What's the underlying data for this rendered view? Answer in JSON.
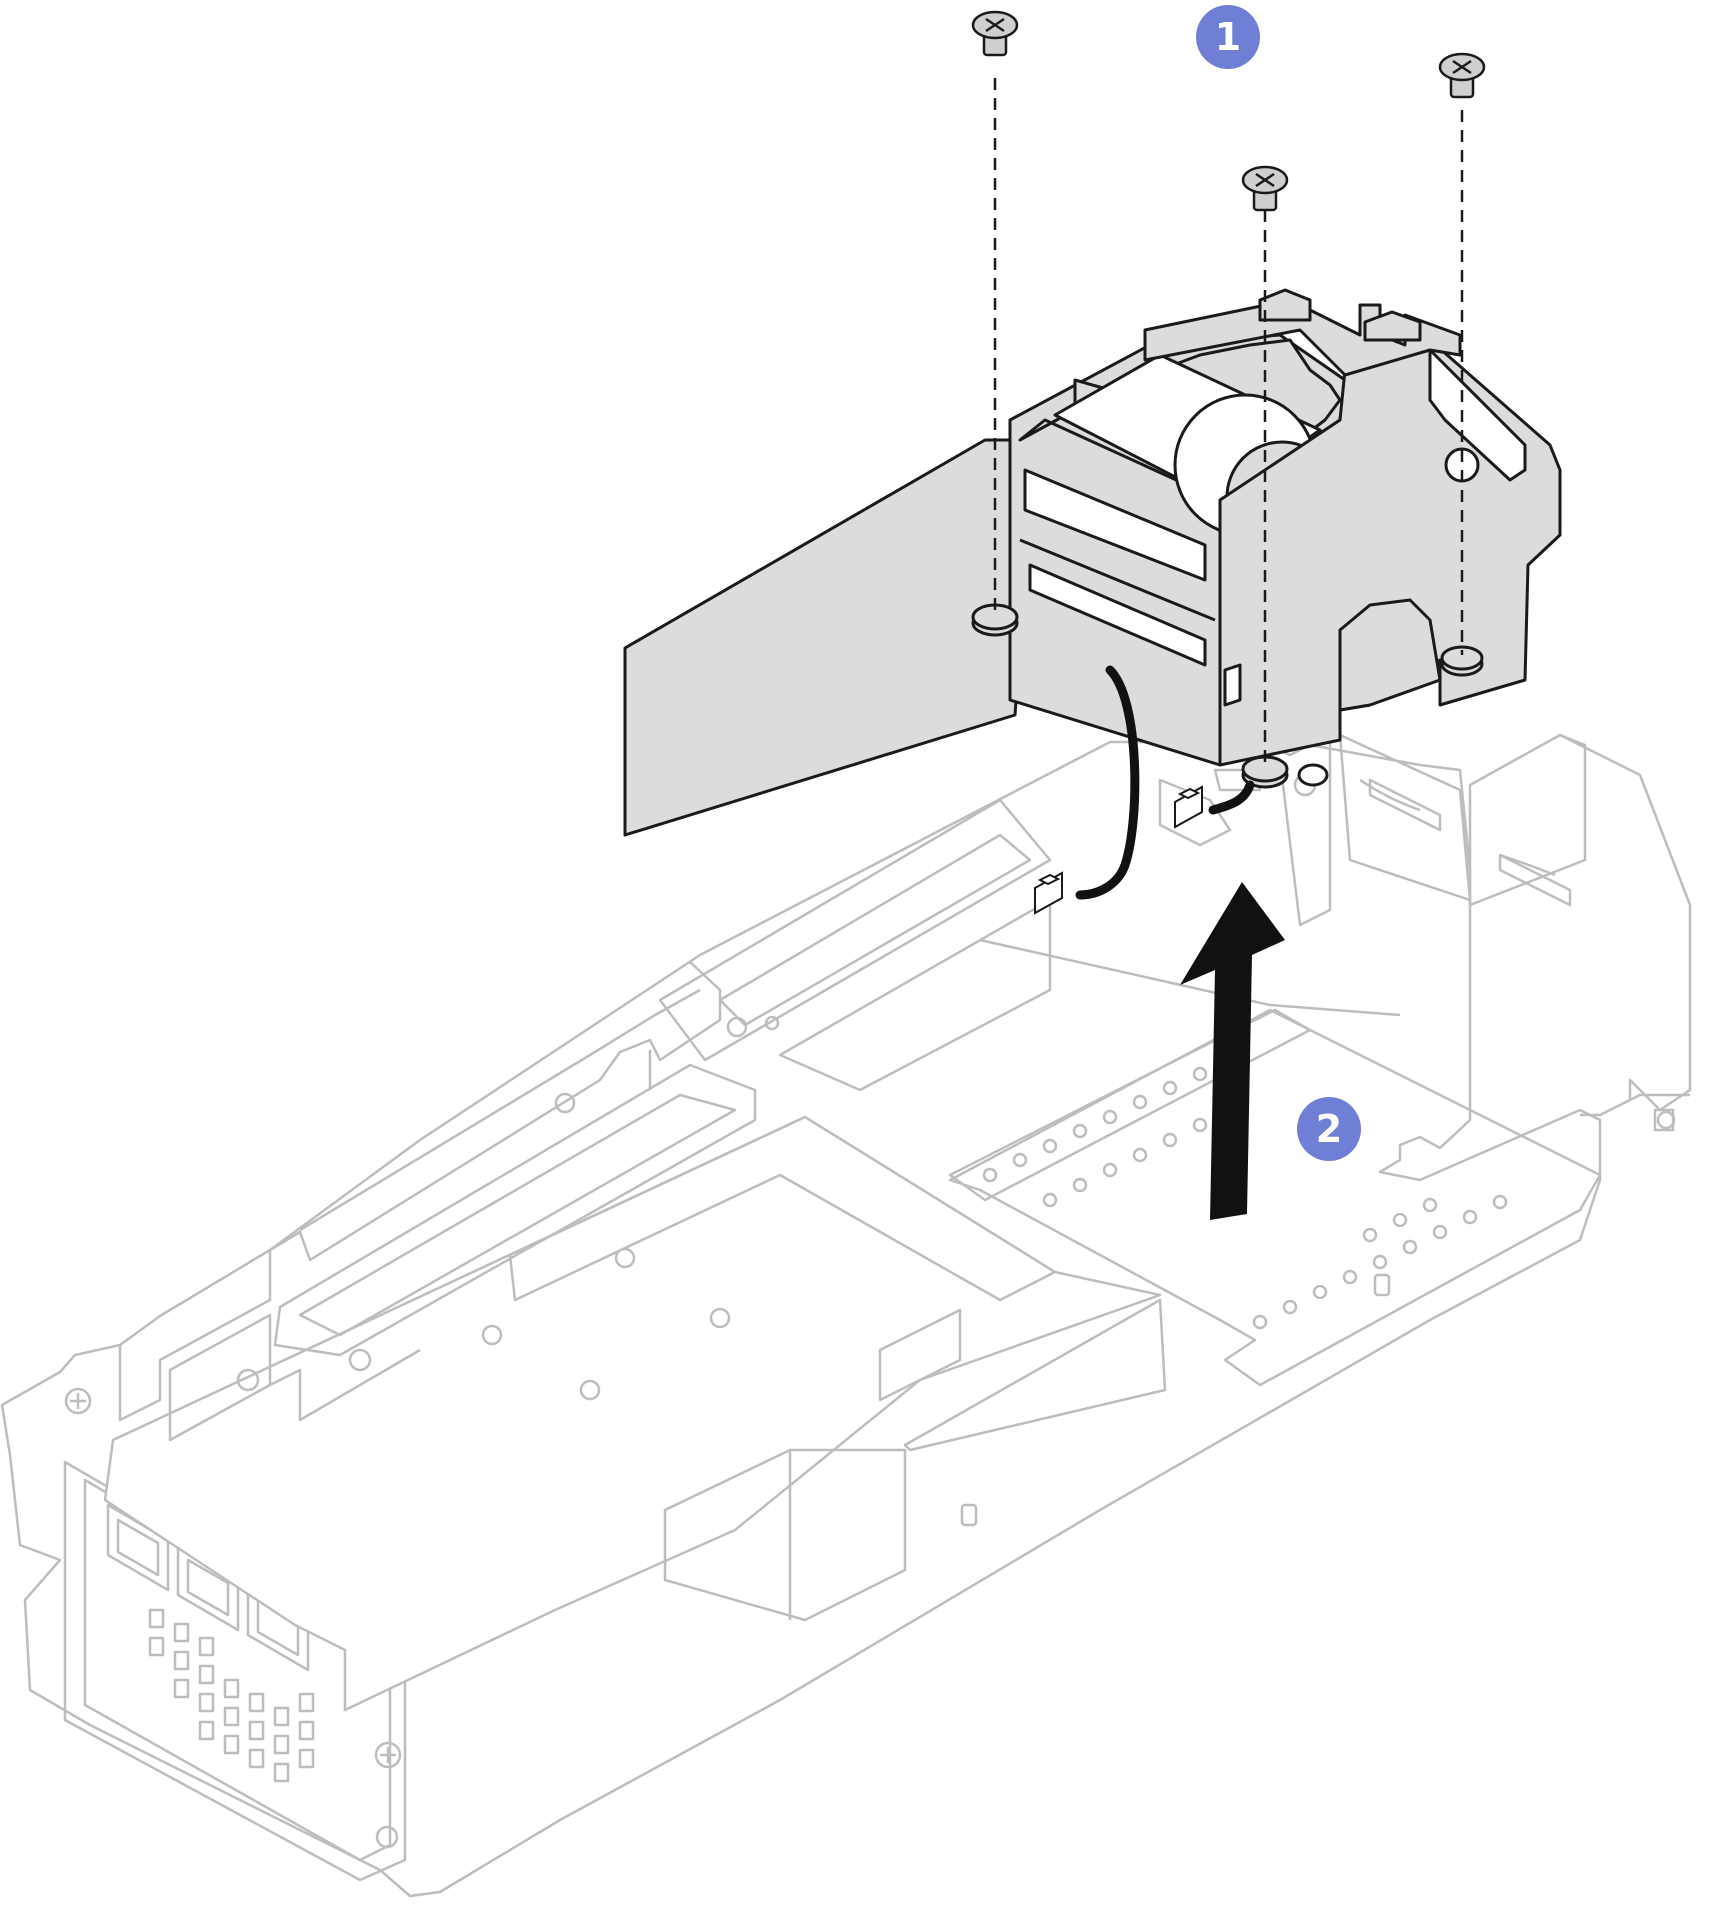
{
  "steps": [
    {
      "number": "1",
      "action": "remove-screws"
    },
    {
      "number": "2",
      "action": "lift-up"
    }
  ],
  "colors": {
    "badge": "#6f7fd6",
    "outline": "#bdbdbd",
    "part_fill": "#dcdcdc",
    "part_stroke": "#1a1a1a",
    "cable": "#111111",
    "arrow": "#111111",
    "screw": "#cfcfcf"
  },
  "icons": {
    "screw": "phillips-screw-icon",
    "arrow": "up-arrow-icon"
  }
}
